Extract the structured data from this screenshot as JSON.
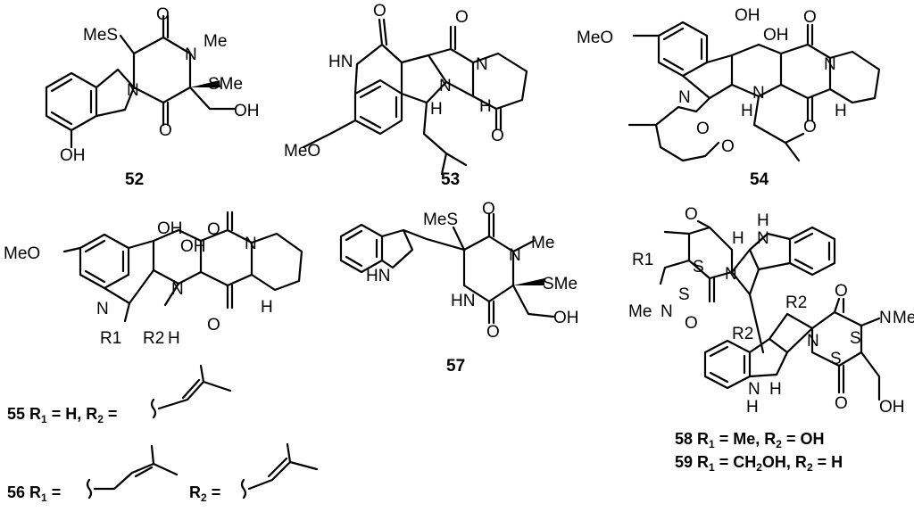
{
  "compounds": {
    "c52": {
      "label": "52",
      "atoms": {
        "mes_top": "MeS",
        "n_me": "N",
        "me_top": "Me",
        "sme": "SMe",
        "n_ring": "N",
        "oh_side": "OH",
        "oh_phenol": "OH",
        "o1": "O",
        "o2": "O"
      }
    },
    "c53": {
      "label": "53",
      "atoms": {
        "hn": "HN",
        "meo": "MeO",
        "n1": "N",
        "n2": "N",
        "h1": "H",
        "h2": "H",
        "o1": "O",
        "o2": "O",
        "o3": "O"
      }
    },
    "c54": {
      "label": "54",
      "atoms": {
        "meo": "MeO",
        "oh1": "OH",
        "oh2": "OH",
        "n1": "N",
        "n2": "N",
        "n3": "N",
        "h1": "H",
        "h2": "H",
        "o1": "O",
        "o2": "O",
        "oo1": "O",
        "oo2": "O"
      }
    },
    "c55": {
      "label": "55",
      "r_text": "R1 = H, R2 =",
      "atoms": {
        "meo": "MeO",
        "oh1": "OH",
        "oh2": "OH",
        "n1": "N",
        "n2": "N",
        "n3": "N",
        "r1": "R1",
        "r2": "R2",
        "h1": "H",
        "h2": "H",
        "o1": "O",
        "o2": "O"
      }
    },
    "c56": {
      "label": "56",
      "r1_text": "R1 =",
      "r2_text": "R2 ="
    },
    "c57": {
      "label": "57",
      "atoms": {
        "mes": "MeS",
        "n_me": "N",
        "me": "Me",
        "hn_ring": "HN",
        "sme": "SMe",
        "oh": "OH",
        "hn_indole": "HN",
        "o1": "O",
        "o2": "O"
      }
    },
    "c58_59": {
      "label58": "58",
      "text58": "R1 = Me, R2 = OH",
      "label59": "59",
      "text59": "R1 = CH2OH, R2 = H",
      "atoms": {
        "r1": "R1",
        "me_left": "Me",
        "n_left": "N",
        "s1": "S",
        "s2": "S",
        "h1": "H",
        "nh_top": "N",
        "h_top": "H",
        "n_mid": "N",
        "r2a": "R2",
        "r2b": "R2",
        "n_right": "N",
        "me_right": "Me",
        "s3": "S",
        "s4": "S",
        "h2": "H",
        "nh_bot": "N",
        "h_bot": "H",
        "oh": "OH",
        "o1": "O",
        "o2": "O",
        "o3": "O",
        "o4": "O"
      }
    }
  }
}
